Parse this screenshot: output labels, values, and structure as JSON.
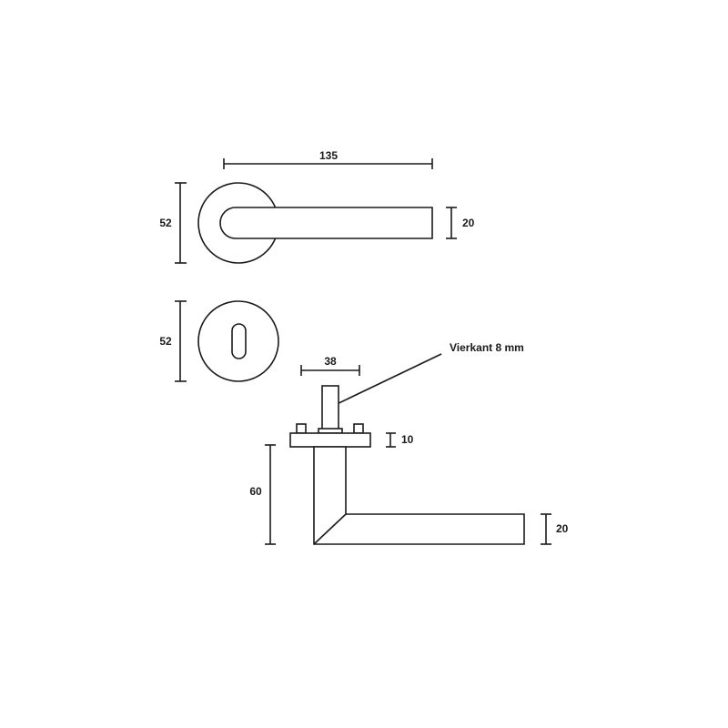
{
  "diagram": {
    "title": "Door handle technical drawing",
    "colors": {
      "stroke": "#1a1a1a",
      "background": "#ffffff"
    },
    "top_view": {
      "length_label": "135",
      "rose_diameter_label": "52",
      "handle_thickness_label": "20"
    },
    "escutcheon": {
      "diameter_label": "52"
    },
    "side_view": {
      "spindle_callout": "Vierkant 8 mm",
      "spindle_length_label": "38",
      "plate_thickness_label": "10",
      "handle_height_label": "60",
      "handle_thickness_label": "20"
    }
  }
}
